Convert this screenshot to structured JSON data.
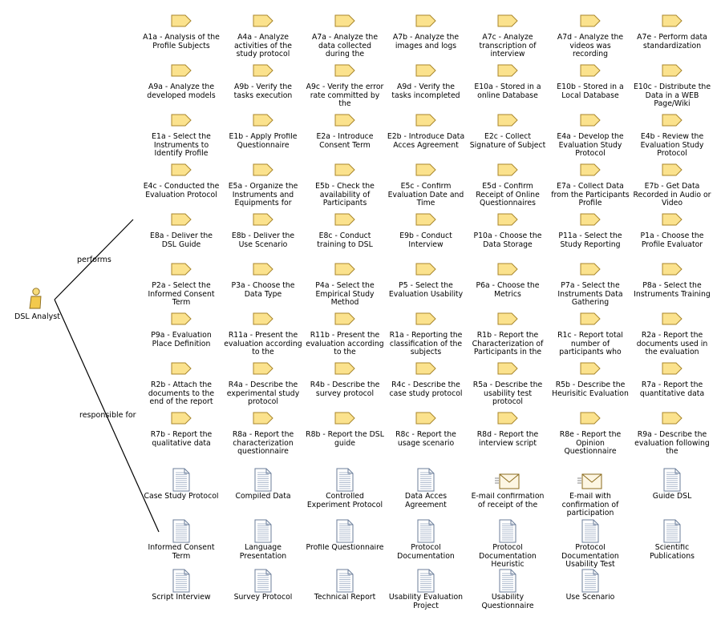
{
  "role": {
    "name": "DSL Analyst"
  },
  "associations": {
    "performs": "performs",
    "responsible_for": "responsible for"
  },
  "colors": {
    "task_fill": "#fbe28d",
    "task_stroke": "#a8862c",
    "doc_fill": "#ffffff",
    "doc_stroke": "#6b7d9a",
    "person": "#f2c94c"
  },
  "tasks": [
    "A1a - Analysis of the Profile Subjects",
    "A4a - Analyze activities of the study protocol",
    "A7a - Analyze the data collected during the",
    "A7b - Analyze the images and logs",
    "A7c - Analyze transcription of interview",
    "A7d - Analyze the videos was recording",
    "A7e - Perform data standardization",
    "A9a - Analyze the developed models",
    "A9b - Verify the tasks execution",
    "A9c - Verify the error rate committed by the",
    "A9d - Verify the tasks incompleted",
    "E10a - Stored in a online Database",
    "E10b - Stored in a Local Database",
    "E10c - Distribute the Data in a WEB Page/Wiki",
    "E1a - Select the Instruments to Identify Profile",
    "E1b - Apply Profile Questionnaire",
    "E2a - Introduce Consent Term",
    "E2b - Introduce Data Acces Agreement",
    "E2c - Collect Signature of Subject",
    "E4a - Develop the Evaluation Study Protocol",
    "E4b - Review the Evaluation Study Protocol",
    "E4c - Conducted the Evaluation Protocol",
    "E5a - Organize the Instruments and Equipments for",
    "E5b - Check the availability of Participants",
    "E5c - Confirm Evaluation Date and Time",
    "E5d - Confirm Receipt of Online Questionnaires",
    "E7a - Collect Data from the Participants Profile",
    "E7b - Get Data Recorded in Audio or Video",
    "E8a - Deliver the DSL Guide",
    "E8b - Deliver the Use Scenario",
    "E8c - Conduct training to DSL",
    "E9b - Conduct Interview",
    "P10a - Choose the Data Storage",
    "P11a - Select the Study Reporting",
    "P1a - Choose the Profile Evaluator",
    "P2a - Select the Informed Consent Term",
    "P3a - Choose the Data Type",
    "P4a - Select the Empirical Study Method",
    "P5 - Select the Evaluation Usability",
    "P6a - Choose the Metrics",
    "P7a - Select the Instruments Data Gathering",
    "P8a - Select the Instruments Training",
    "P9a - Evaluation Place Definition",
    "R11a - Present the evaluation according to the",
    "R11b - Present the evaluation according to the",
    "R1a - Reporting the classification of the subjects",
    "R1b - Report the Characterization of Participants in the",
    "R1c - Report total number of participants who",
    "R2a - Report the documents used in the evaluation",
    "R2b - Attach the documents to the end of the report",
    "R4a - Describe the experimental study protocol",
    "R4b - Describe the survey protocol",
    "R4c - Describe the case study protocol",
    "R5a - Describe the usability test protocol",
    "R5b - Describe the Heurisitic Evaluation",
    "R7a - Report the quantitative data",
    "R7b - Report the qualitative data",
    "R8a - Report the characterization questionnaire",
    "R8b - Report the DSL guide",
    "R8c - Report the usage scenario",
    "R8d - Report the interview script",
    "R8e - Report the Opinion Questionnaire",
    "R9a - Describe the evaluation following the"
  ],
  "work_products": [
    {
      "label": "Case Study Protocol",
      "icon": "document-icon"
    },
    {
      "label": "Compiled Data",
      "icon": "document-icon"
    },
    {
      "label": "Controlled Experiment Protocol",
      "icon": "document-icon"
    },
    {
      "label": "Data Acces Agreement",
      "icon": "document-icon"
    },
    {
      "label": "E-mail confirmation of receipt of the",
      "icon": "email-icon"
    },
    {
      "label": "E-mail with confirmation of participation",
      "icon": "email-icon"
    },
    {
      "label": "Guide DSL",
      "icon": "document-icon"
    },
    {
      "label": "Informed Consent Term",
      "icon": "document-icon"
    },
    {
      "label": "Language Presentation",
      "icon": "document-icon"
    },
    {
      "label": "Profile Questionnaire",
      "icon": "document-icon"
    },
    {
      "label": "Protocol Documentation",
      "icon": "document-icon"
    },
    {
      "label": "Protocol Documentation Heuristic",
      "icon": "document-icon"
    },
    {
      "label": "Protocol Documentation Usability Test",
      "icon": "document-icon"
    },
    {
      "label": "Scientific Publications",
      "icon": "document-icon"
    },
    {
      "label": "Script Interview",
      "icon": "document-icon"
    },
    {
      "label": "Survey Protocol",
      "icon": "document-icon"
    },
    {
      "label": "Technical Report",
      "icon": "document-icon"
    },
    {
      "label": "Usability Evaluation Project",
      "icon": "document-icon"
    },
    {
      "label": "Usability Questionnaire",
      "icon": "document-icon"
    },
    {
      "label": "Use Scenario",
      "icon": "document-icon"
    }
  ]
}
